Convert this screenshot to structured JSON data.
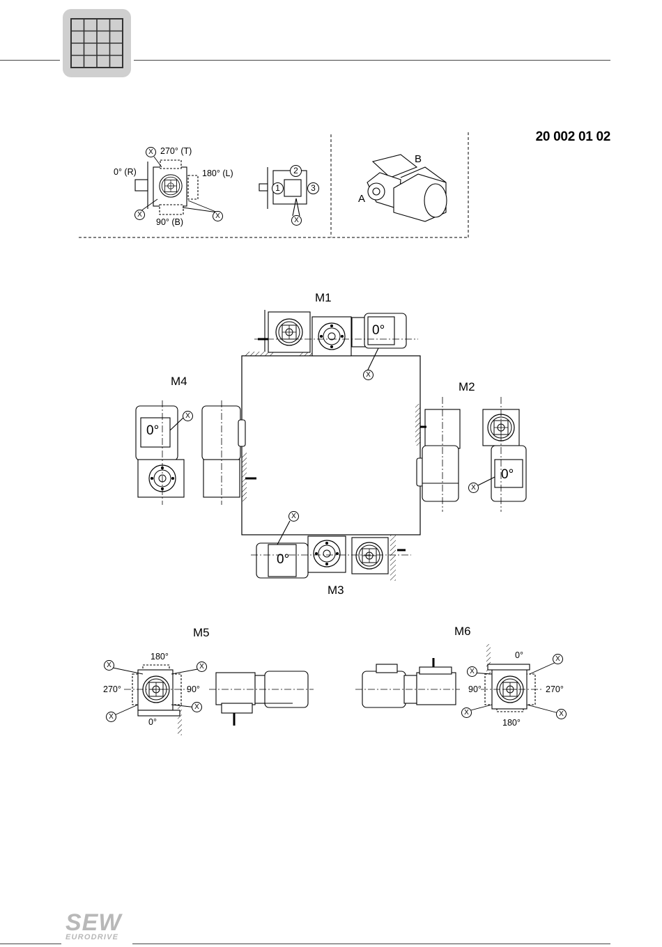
{
  "header": {
    "icon": "grid-table-icon",
    "document_number": "20 002 01 02"
  },
  "legend": {
    "position_labels": {
      "t270": "270° (T)",
      "r0": "0° (R)",
      "l180": "180° (L)",
      "b90": "90° (B)"
    },
    "x_marker": "X",
    "terminal_positions": [
      "1",
      "2",
      "3"
    ],
    "side_labels": {
      "a": "A",
      "b": "B"
    }
  },
  "mounting_positions": {
    "m1": "M1",
    "m2": "M2",
    "m3": "M3",
    "m4": "M4",
    "m5": "M5",
    "m6": "M6"
  },
  "motor_label": "0°",
  "m5_angles": {
    "a180": "180°",
    "a270": "270°",
    "a90": "90°",
    "a0": "0°"
  },
  "m6_angles": {
    "a0": "0°",
    "a90": "90°",
    "a270": "270°",
    "a180": "180°"
  },
  "footer": {
    "logo_top": "SEW",
    "logo_bottom": "EURODRIVE"
  },
  "colors": {
    "line": "#000000",
    "rule": "#444444",
    "icon_bg": "#c9c9c9",
    "logo": "#b8b8b8"
  }
}
